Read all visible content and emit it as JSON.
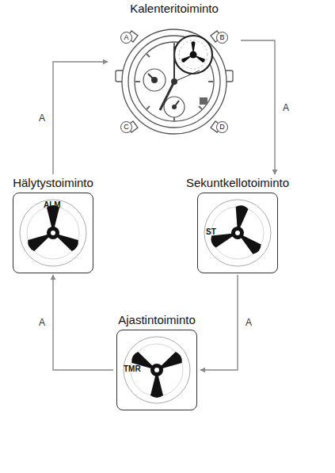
{
  "diagram": {
    "nodes": [
      {
        "text": [
          "Kalenteritoiminto"
        ]
      },
      {
        "text": [
          "Hälytystoiminto"
        ]
      },
      {
        "text": [
          "Sekuntkellotoiminto"
        ]
      },
      {
        "text": [
          "Ajastintoiminto"
        ]
      }
    ],
    "edges": [
      {
        "from": 0,
        "to": 2,
        "label": "A",
        "arrow": "to"
      },
      {
        "from": 2,
        "to": 3,
        "label": "A",
        "arrow": "to"
      },
      {
        "from": 3,
        "to": 1,
        "label": "A",
        "arrow": "to"
      },
      {
        "from": 1,
        "to": 0,
        "label": "A",
        "arrow": "to"
      }
    ],
    "labels": [
      "A",
      "B",
      "C",
      "D",
      "ALM",
      "ST",
      "TMR"
    ]
  }
}
